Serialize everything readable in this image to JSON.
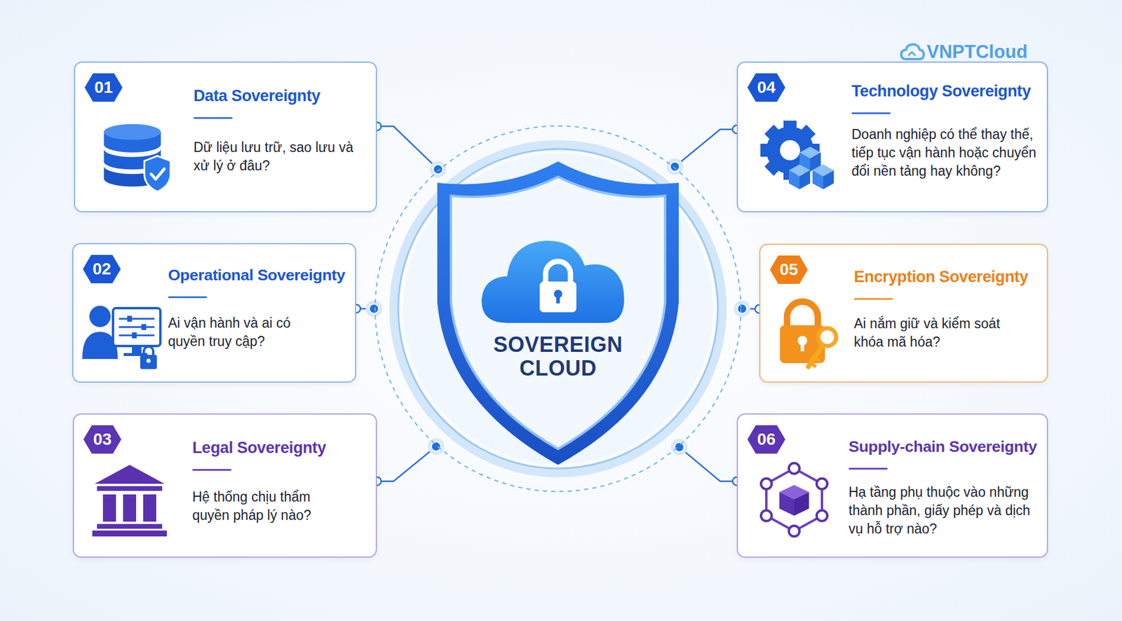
{
  "diagram": {
    "nodes": [
      {
        "text": [
          "01",
          "Data Sovereignty",
          "Dữ liệu lưu trữ, sao lưu và xử lý ở đâu?"
        ]
      },
      {
        "text": [
          "02",
          "Operational Sovereignty",
          "Ai vận hành và ai có quyền truy cập?"
        ]
      },
      {
        "text": [
          "03",
          "Legal Sovereignty",
          "Hệ thống chịu thẩm quyền pháp lý nào?"
        ]
      },
      {
        "text": [
          "04",
          "Technology Sovereignty",
          "Doanh nghiệp có thể thay thế, tiếp tục vận hành hoặc chuyển đổi nền tảng hay không?"
        ]
      },
      {
        "text": [
          "05",
          "Encryption Sovereignty",
          "Ai nắm giữ và kiểm soát khóa mã hóa?"
        ]
      },
      {
        "text": [
          "06",
          "Supply-chain Sovereignty",
          "Hạ tầng phụ thuộc vào những thành phần, giấy phép và dịch vụ hỗ trợ nào?"
        ]
      },
      {
        "text": [
          "SOVEREIGN CLOUD"
        ]
      }
    ],
    "edges": [
      {
        "from": 0,
        "to": 6,
        "arrow": "none"
      },
      {
        "from": 1,
        "to": 6,
        "arrow": "none"
      },
      {
        "from": 2,
        "to": 6,
        "arrow": "none"
      },
      {
        "from": 3,
        "to": 6,
        "arrow": "none"
      },
      {
        "from": 4,
        "to": 6,
        "arrow": "none"
      },
      {
        "from": 5,
        "to": 6,
        "arrow": "none"
      }
    ],
    "labels": [
      "VNPTCloud"
    ]
  }
}
